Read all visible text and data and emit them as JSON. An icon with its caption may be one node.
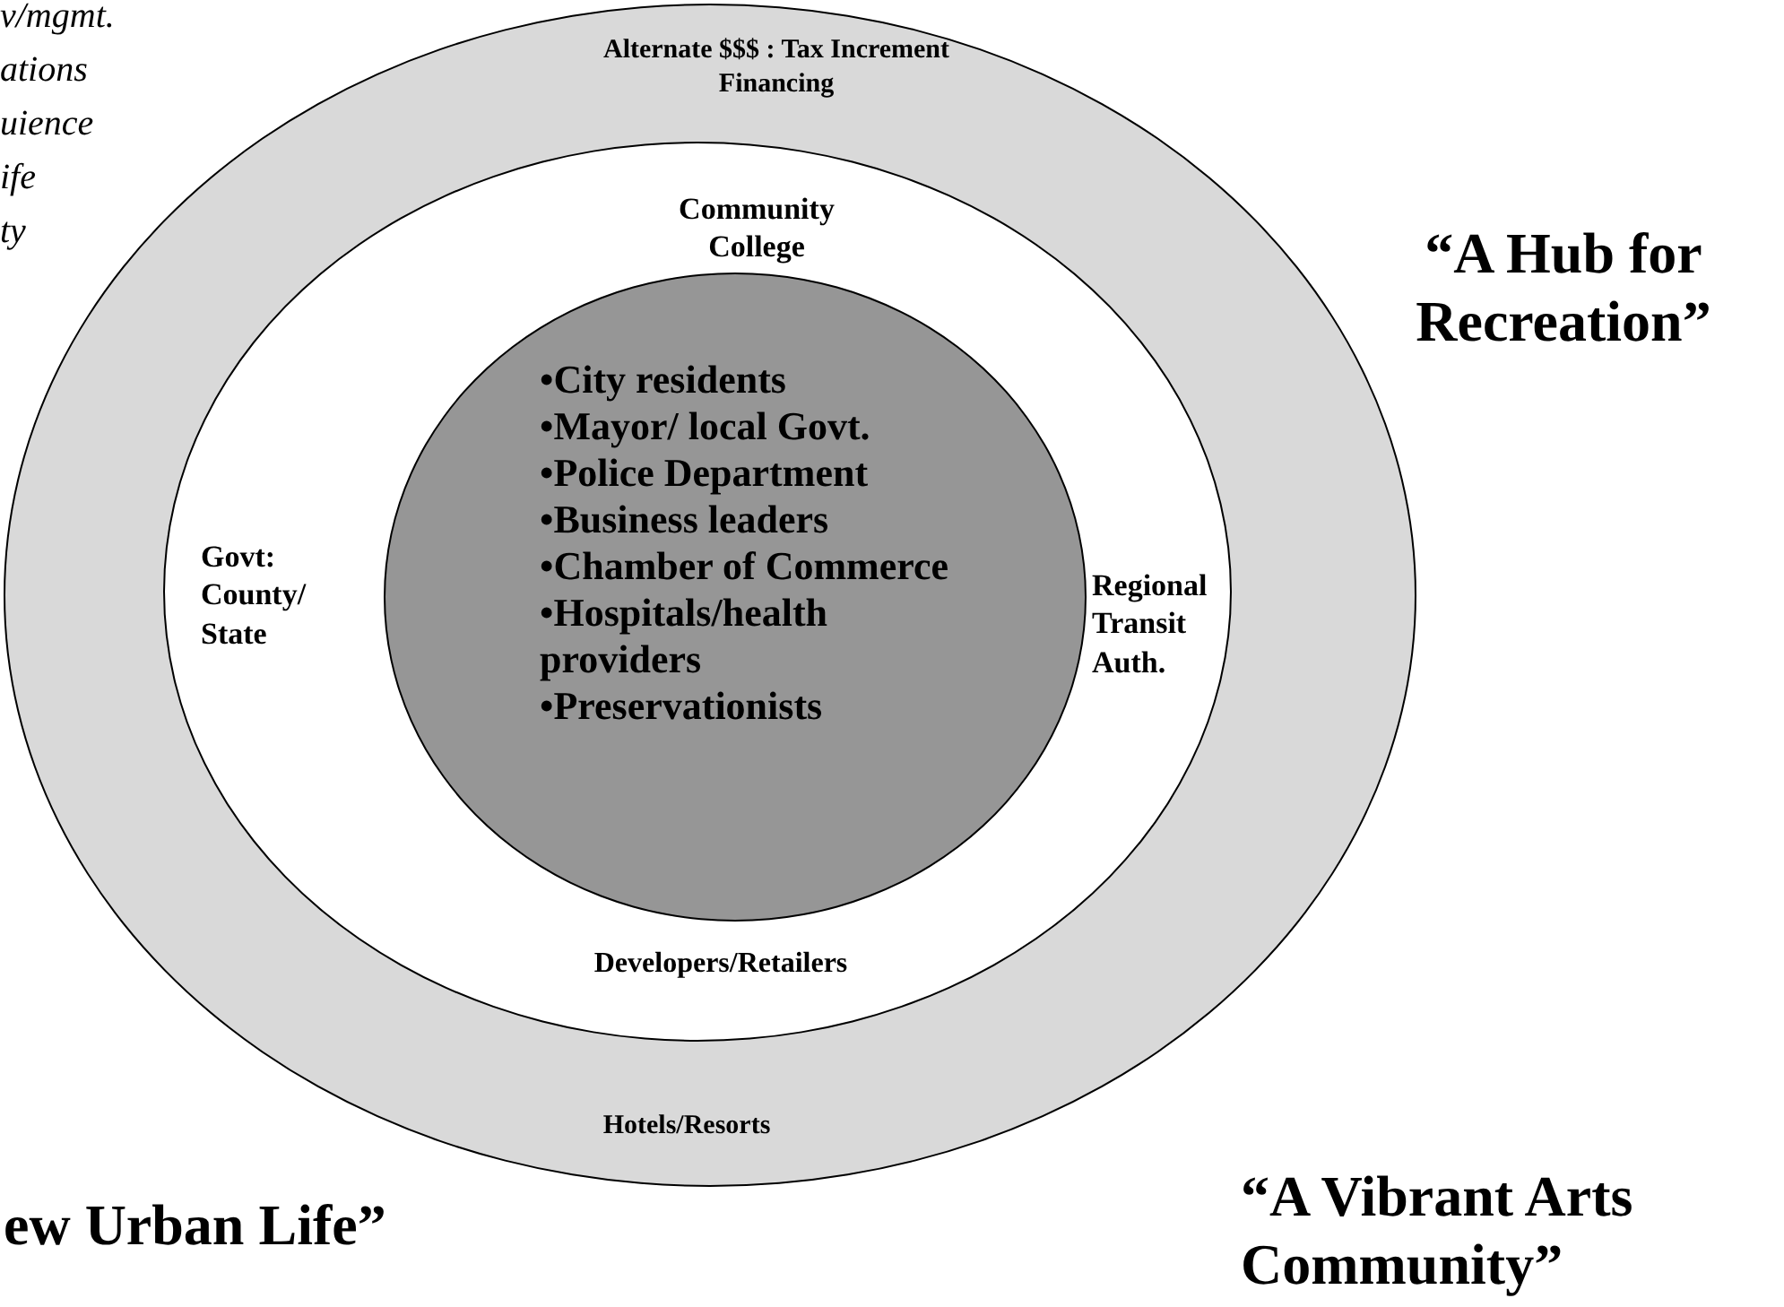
{
  "diagram": {
    "nodes": [
      {
        "text": [
          "Alternate $$$ : Tax Increment Financing",
          "Hotels/Resorts"
        ]
      },
      {
        "text": [
          "Community College",
          "Govt: County/ State",
          "Regional Transit Auth.",
          "Developers/Retailers"
        ],
        "in": 0
      },
      {
        "text": [
          "•City residents",
          "•Mayor/ local Govt.",
          "•Police Department",
          "•Business leaders",
          "•Chamber of Commerce",
          "•Hospitals/health providers",
          "•Preservationists"
        ],
        "in": 1
      }
    ],
    "labels": [
      "v/mgmt.",
      "ations",
      "uience",
      "ife",
      "ty",
      "“A Hub for Recreation”",
      "ew Urban Life”",
      "“A Vibrant Arts Community”"
    ]
  }
}
